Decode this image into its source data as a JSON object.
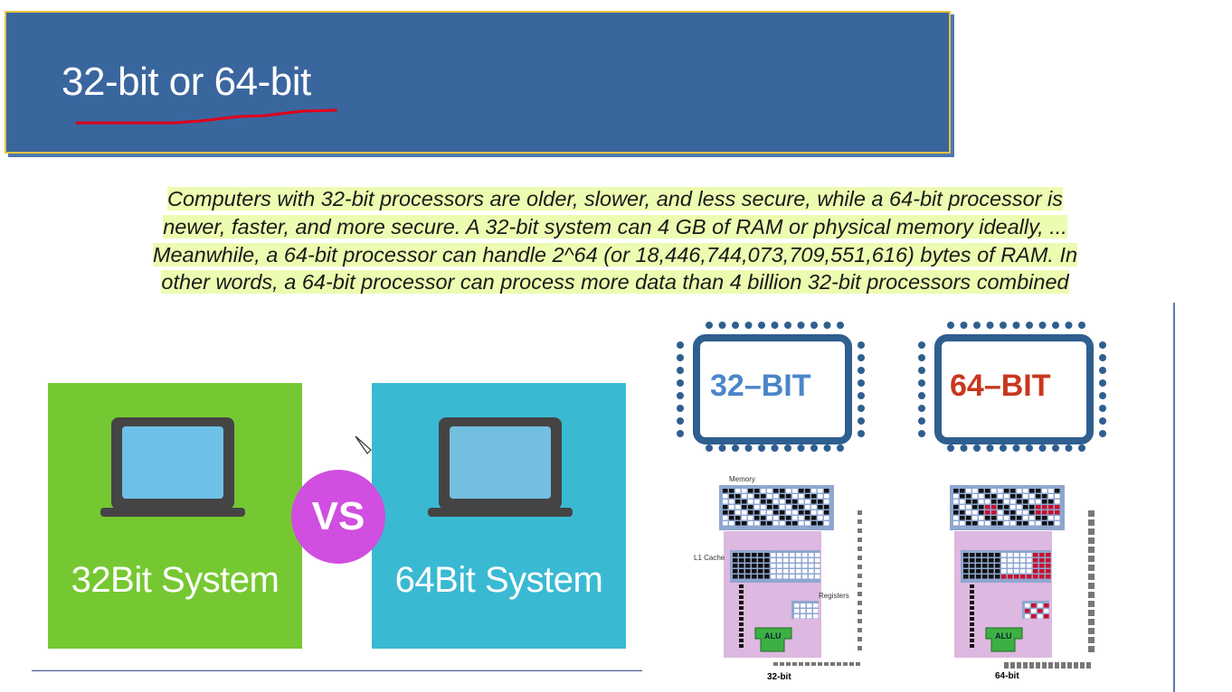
{
  "slide": {
    "title": "32-bit or 64-bit",
    "paragraph_lines": [
      "Computers with 32-bit processors are older, slower, and less secure, while a 64-bit processor is",
      "newer, faster, and more secure. A 32-bit system can 4 GB of RAM or physical memory ideally, ...",
      "Meanwhile, a 64-bit processor can handle 2^64 (or 18,446,744,073,709,551,616) bytes of RAM. In",
      "other words, a 64-bit processor can process more data than 4 billion 32-bit processors combined"
    ]
  },
  "comparison": {
    "left_label": "32Bit System",
    "right_label": "64Bit System",
    "vs_label": "VS",
    "colors": {
      "left": "#76c832",
      "right": "#3ab9d3",
      "vs": "#d04ee0"
    }
  },
  "chips": {
    "left_label": "32–BIT",
    "right_label": "64–BIT",
    "colors": {
      "frame": "#2f5f8f",
      "left_text": "#4a86c8",
      "right_text": "#c8371e"
    }
  },
  "diagrams": {
    "memory_label": "Memory",
    "cache_label": "L1 Cache",
    "registers_label": "Registers",
    "alu_label": "ALU",
    "left_caption": "32-bit",
    "right_caption": "64-bit"
  }
}
